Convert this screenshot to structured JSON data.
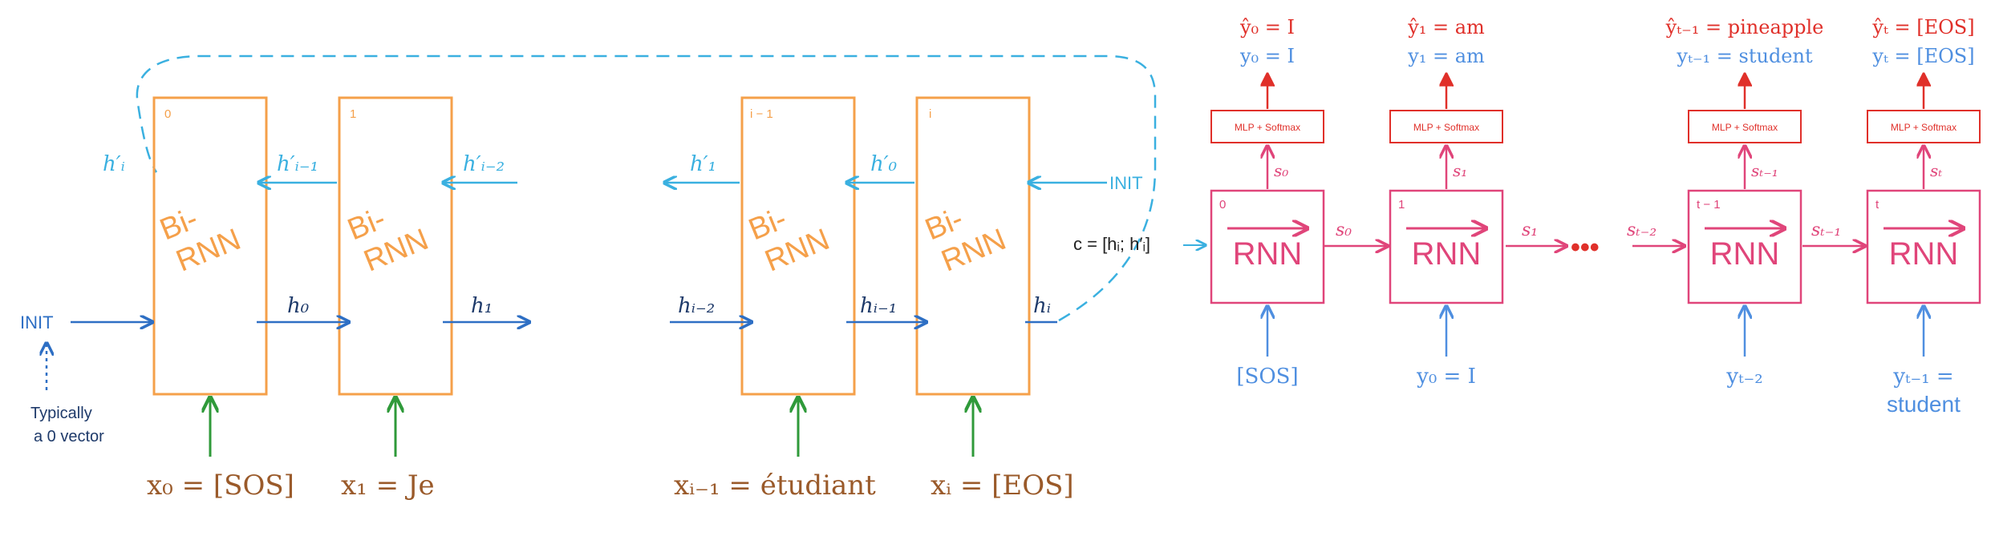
{
  "colors": {
    "orange": "#f5a04a",
    "cyan": "#3ab0e0",
    "blue": "#2e6fc4",
    "green": "#2f9a3a",
    "brown": "#9a5a2a",
    "pink": "#e0457a",
    "red": "#e0302a",
    "lightblue": "#4f8fe0",
    "black": "#222222"
  },
  "encoder": {
    "cells": [
      {
        "index": "0",
        "label": "Bi-\nRNN",
        "input": "x₀ = [SOS]"
      },
      {
        "index": "1",
        "label": "Bi-\nRNN",
        "input": "x₁ = Je"
      },
      {
        "index": "i − 1",
        "label": "Bi-\nRNN",
        "input": "xᵢ₋₁ = étudiant"
      },
      {
        "index": "i",
        "label": "Bi-\nRNN",
        "input": "xᵢ = [EOS]"
      }
    ],
    "backward_labels": [
      "h′ᵢ",
      "h′ᵢ₋₁",
      "h′ᵢ₋₂",
      "h′₁",
      "h′₀"
    ],
    "forward_labels": [
      "h₀",
      "h₁",
      "hᵢ₋₂",
      "hᵢ₋₁",
      "hᵢ"
    ],
    "init_left": "INIT",
    "init_right": "INIT",
    "init_note_line1": "Typically",
    "init_note_line2": "a 0 vector"
  },
  "context_label": "c = [hᵢ; h′ᵢ]",
  "decoder": {
    "ellipsis": "•••",
    "cells": [
      {
        "index": "0",
        "label": "RNN",
        "mlp": "MLP + Softmax",
        "state": "s₀",
        "pred": "ŷ₀ = I",
        "target": "y₀ = I",
        "input": "[SOS]"
      },
      {
        "index": "1",
        "label": "RNN",
        "mlp": "MLP + Softmax",
        "state": "s₁",
        "pred": "ŷ₁ = am",
        "target": "y₁ = am",
        "input": "y₀ = I"
      },
      {
        "index": "t − 1",
        "label": "RNN",
        "mlp": "MLP + Softmax",
        "state": "sₜ₋₁",
        "pred": "ŷₜ₋₁ = pineapple",
        "target": "yₜ₋₁ = student",
        "input": "yₜ₋₂"
      },
      {
        "index": "t",
        "label": "RNN",
        "mlp": "MLP + Softmax",
        "state": "sₜ",
        "pred": "ŷₜ = [EOS]",
        "target": "yₜ = [EOS]",
        "input": "yₜ₋₁ ="
      }
    ],
    "last_input_line2": "student",
    "between_states": [
      "s₀",
      "s₁",
      "sₜ₋₂",
      "sₜ₋₁"
    ]
  }
}
